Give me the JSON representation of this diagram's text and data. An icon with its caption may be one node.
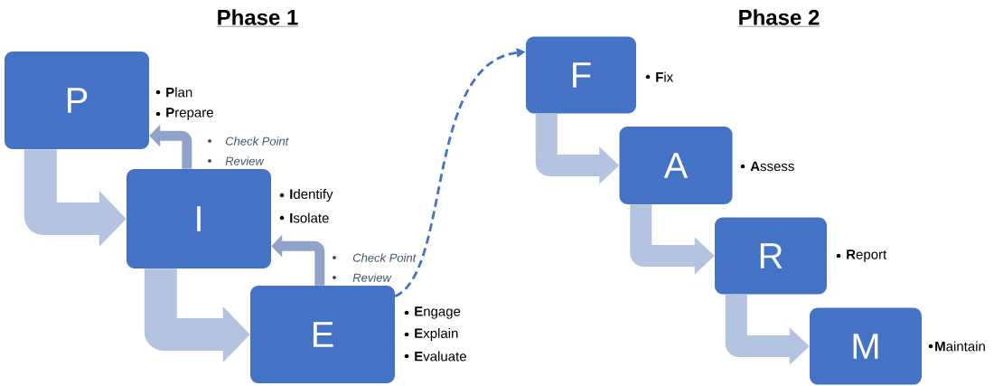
{
  "diagram": {
    "nodes": [
      {
        "text": [
          "P"
        ],
        "beside": [
          "**P**lan",
          "**P**repare"
        ]
      },
      {
        "text": [
          "I"
        ],
        "beside": [
          "**I**dentify",
          "**I**solate"
        ]
      },
      {
        "text": [
          "E"
        ],
        "beside": [
          "**E**ngage",
          "**E**xplain",
          "**E**valuate"
        ]
      },
      {
        "text": [
          "F"
        ],
        "beside": [
          "**F**ix"
        ]
      },
      {
        "text": [
          "A"
        ],
        "beside": [
          "**A**ssess"
        ]
      },
      {
        "text": [
          "R"
        ],
        "beside": [
          "**R**eport"
        ]
      },
      {
        "text": [
          "M"
        ],
        "beside": [
          "**M**aintain"
        ]
      }
    ],
    "edges": [
      {
        "from": 0,
        "to": 1,
        "arrow": "to"
      },
      {
        "from": 1,
        "to": 2,
        "arrow": "to"
      },
      {
        "from": 1,
        "to": 0,
        "arrow": "to",
        "color": "#8fa3c8"
      },
      {
        "from": 2,
        "to": 1,
        "arrow": "to",
        "color": "#8fa3c8"
      },
      {
        "from": 2,
        "to": 3,
        "arrow": "to",
        "style": "dashed",
        "color": "#4472c4"
      },
      {
        "from": 3,
        "to": 4,
        "arrow": "to"
      },
      {
        "from": 4,
        "to": 5,
        "arrow": "to"
      },
      {
        "from": 5,
        "to": 6,
        "arrow": "to"
      }
    ],
    "labels": [
      "Phase 1",
      "Phase 2",
      "Check Point",
      "Review",
      "Check Point",
      "Review"
    ]
  }
}
